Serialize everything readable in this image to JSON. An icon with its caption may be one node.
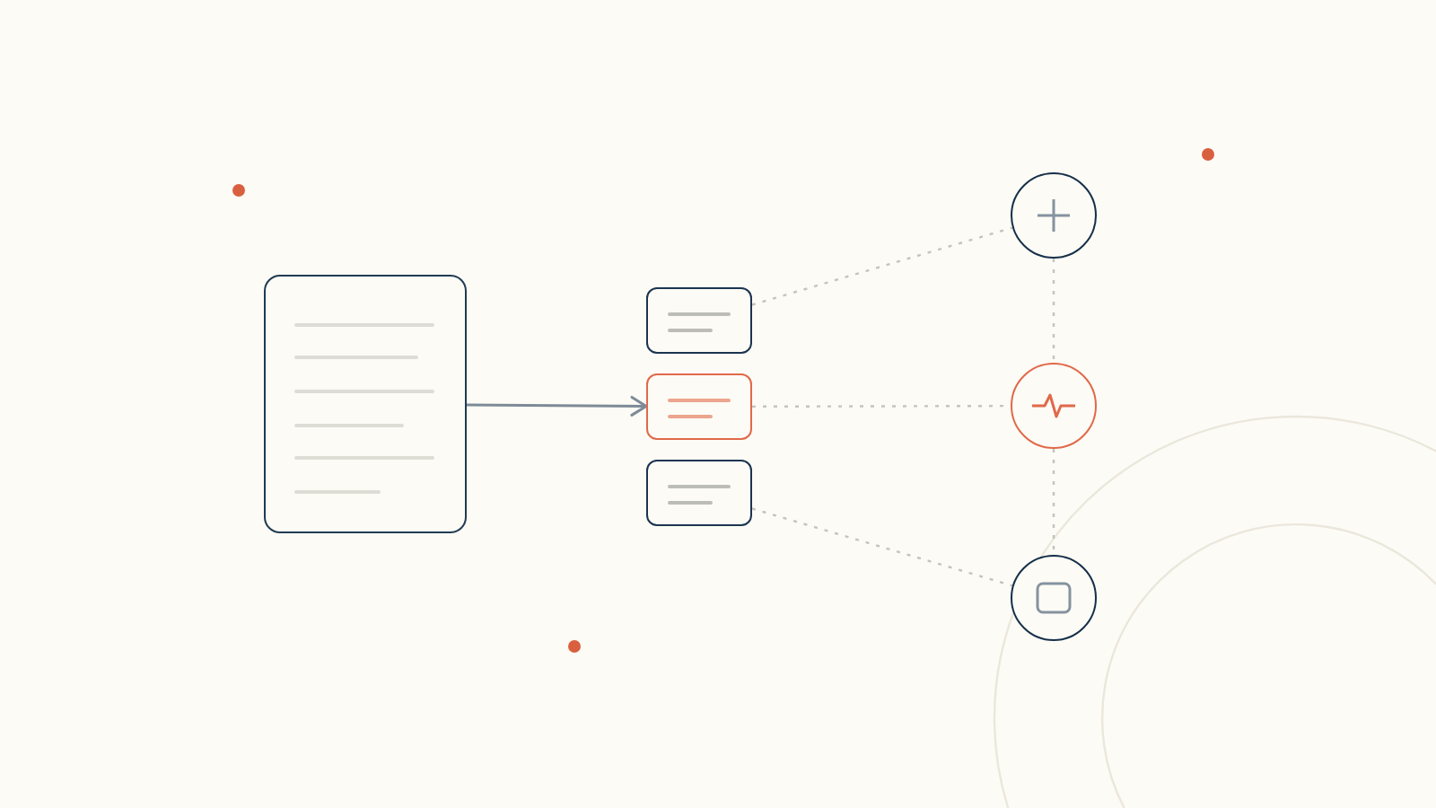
{
  "diagram": {
    "nodes": [
      {
        "text": [],
        "shape": "document"
      },
      {
        "text": [],
        "shape": "box"
      },
      {
        "text": [],
        "shape": "box"
      },
      {
        "text": [],
        "shape": "box"
      },
      {
        "text": [],
        "shape": "circle"
      },
      {
        "text": [],
        "shape": "circle"
      },
      {
        "text": [],
        "shape": "circle"
      }
    ],
    "edges": [
      {
        "from": 0,
        "to": 2,
        "arrow": "to",
        "color": "#7d8b97"
      },
      {
        "from": 1,
        "to": 4,
        "arrow": "none",
        "style": "dashed"
      },
      {
        "from": 2,
        "to": 5,
        "arrow": "none",
        "style": "dashed"
      },
      {
        "from": 3,
        "to": 6,
        "arrow": "none",
        "style": "dashed"
      },
      {
        "from": 4,
        "to": 5,
        "arrow": "none",
        "style": "dashed"
      },
      {
        "from": 5,
        "to": 6,
        "arrow": "none",
        "style": "dashed"
      }
    ]
  }
}
